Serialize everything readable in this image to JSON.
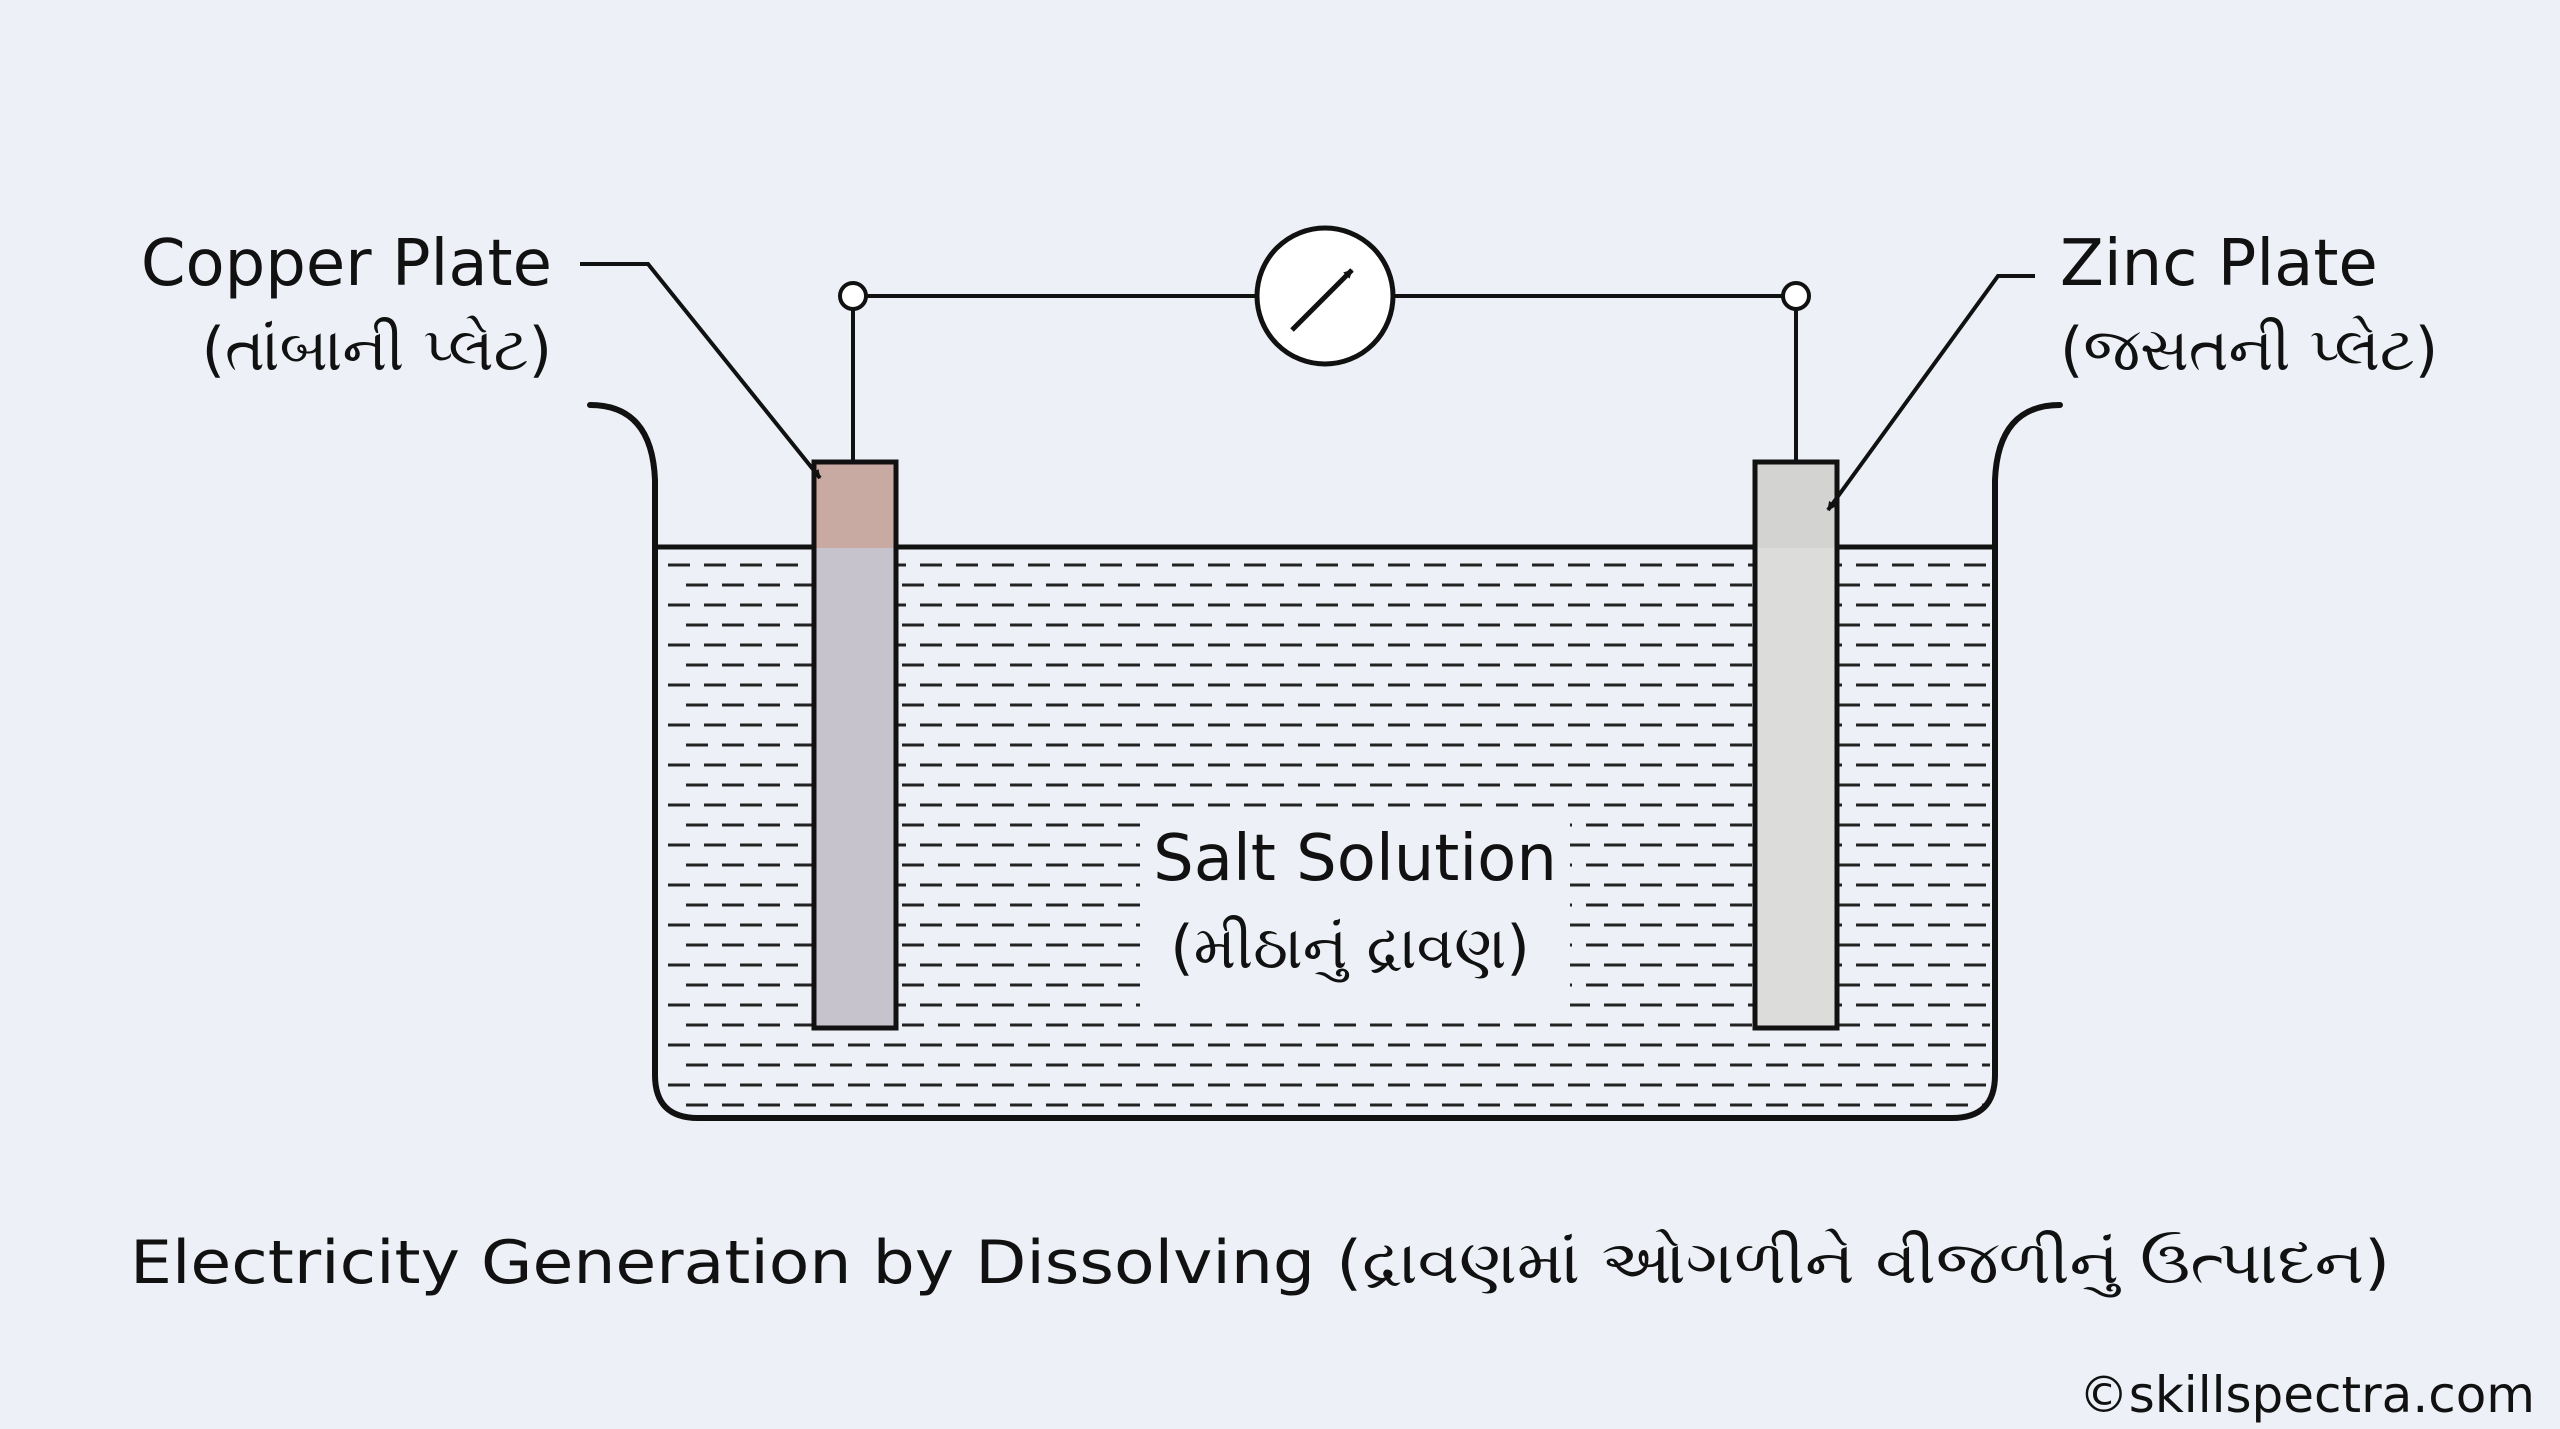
{
  "labels": {
    "copper_en": "Copper Plate",
    "copper_gu": "(તાંબાની પ્લેટ)",
    "zinc_en": "Zinc Plate",
    "zinc_gu": "(જસતની પ્લેટ)",
    "solution_en": "Salt Solution",
    "solution_gu": "(મીઠાનું દ્રાવણ)"
  },
  "caption": "Electricity Generation by Dissolving (દ્રાવણમાં ઓગળીને વીજળીનું ઉત્પાદન)",
  "watermark": "©skillspectra.com",
  "colors": {
    "background": "#edf1f7",
    "line": "#111111",
    "copper_top": "#c9aaa3",
    "copper_body": "#c6c3cc",
    "zinc_top": "#d3d4d2",
    "zinc_body": "#dcdcdb"
  }
}
